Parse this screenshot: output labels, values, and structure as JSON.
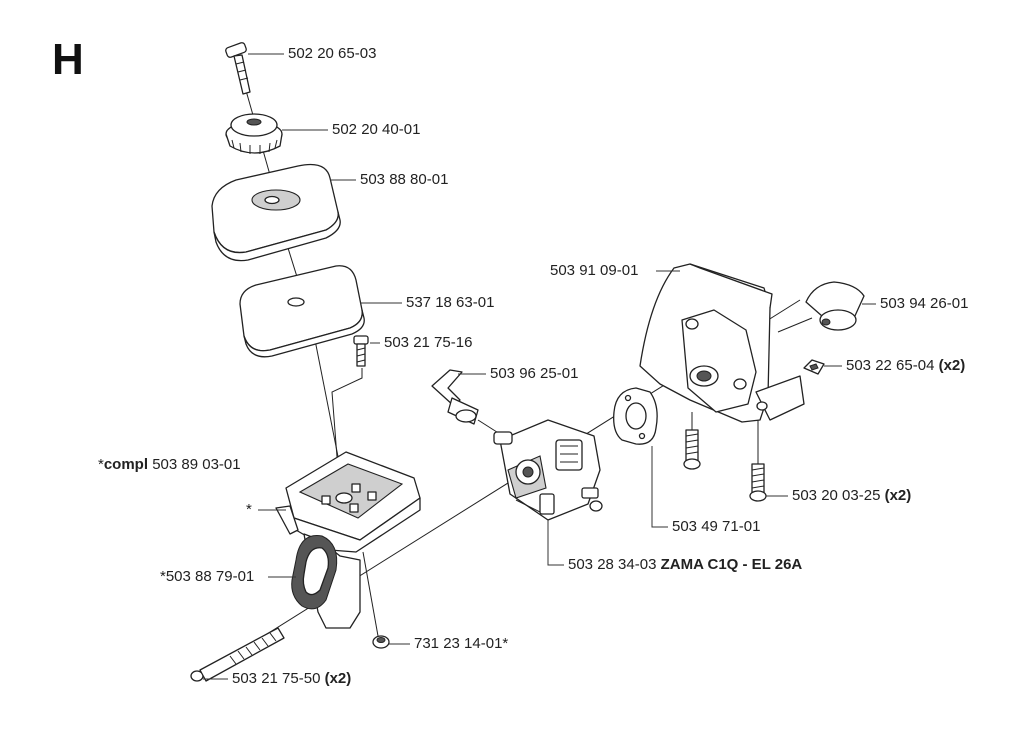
{
  "diagram": {
    "section_letter": "H",
    "labels": [
      {
        "id": "bolt-top",
        "prefix": "",
        "strong_prefix": "",
        "number": "502 20 65-03",
        "suffix": ""
      },
      {
        "id": "knob",
        "prefix": "",
        "strong_prefix": "",
        "number": "502 20 40-01",
        "suffix": ""
      },
      {
        "id": "filter-cover",
        "prefix": "",
        "strong_prefix": "",
        "number": "503 88 80-01",
        "suffix": ""
      },
      {
        "id": "filter-element",
        "prefix": "",
        "strong_prefix": "",
        "number": "537 18 63-01",
        "suffix": ""
      },
      {
        "id": "screw-small",
        "prefix": "",
        "strong_prefix": "",
        "number": "503 21 75-16",
        "suffix": ""
      },
      {
        "id": "choke-lever",
        "prefix": "",
        "strong_prefix": "",
        "number": "503 96 25-01",
        "suffix": ""
      },
      {
        "id": "housing-compl",
        "prefix": "*",
        "strong_prefix": "compl",
        "number": " 503 89 03-01",
        "suffix": ""
      },
      {
        "id": "housing-star",
        "prefix": "*",
        "strong_prefix": "",
        "number": "",
        "suffix": ""
      },
      {
        "id": "primer-bulb",
        "prefix": "",
        "strong_prefix": "",
        "number": "*503 88 79-01",
        "suffix": ""
      },
      {
        "id": "nut",
        "prefix": "",
        "strong_prefix": "",
        "number": "731 23 14-01*",
        "suffix": ""
      },
      {
        "id": "long-bolt",
        "prefix": "",
        "strong_prefix": "",
        "number": "503 21 75-50 ",
        "suffix": "(x2)"
      },
      {
        "id": "carburetor",
        "prefix": "",
        "strong_prefix": "",
        "number": "503 28 34-03 ",
        "suffix": "ZAMA C1Q - EL 26A"
      },
      {
        "id": "gasket",
        "prefix": "",
        "strong_prefix": "",
        "number": "503 49 71-01",
        "suffix": ""
      },
      {
        "id": "bolt-bracket",
        "prefix": "",
        "strong_prefix": "",
        "number": "503 20 03-25 ",
        "suffix": "(x2)"
      },
      {
        "id": "square-nut",
        "prefix": "",
        "strong_prefix": "",
        "number": "503 22 65-04 ",
        "suffix": "(x2)"
      },
      {
        "id": "boot",
        "prefix": "",
        "strong_prefix": "",
        "number": "503 94 26-01",
        "suffix": ""
      },
      {
        "id": "bracket",
        "prefix": "",
        "strong_prefix": "",
        "number": "503 91 09-01",
        "suffix": ""
      }
    ]
  }
}
